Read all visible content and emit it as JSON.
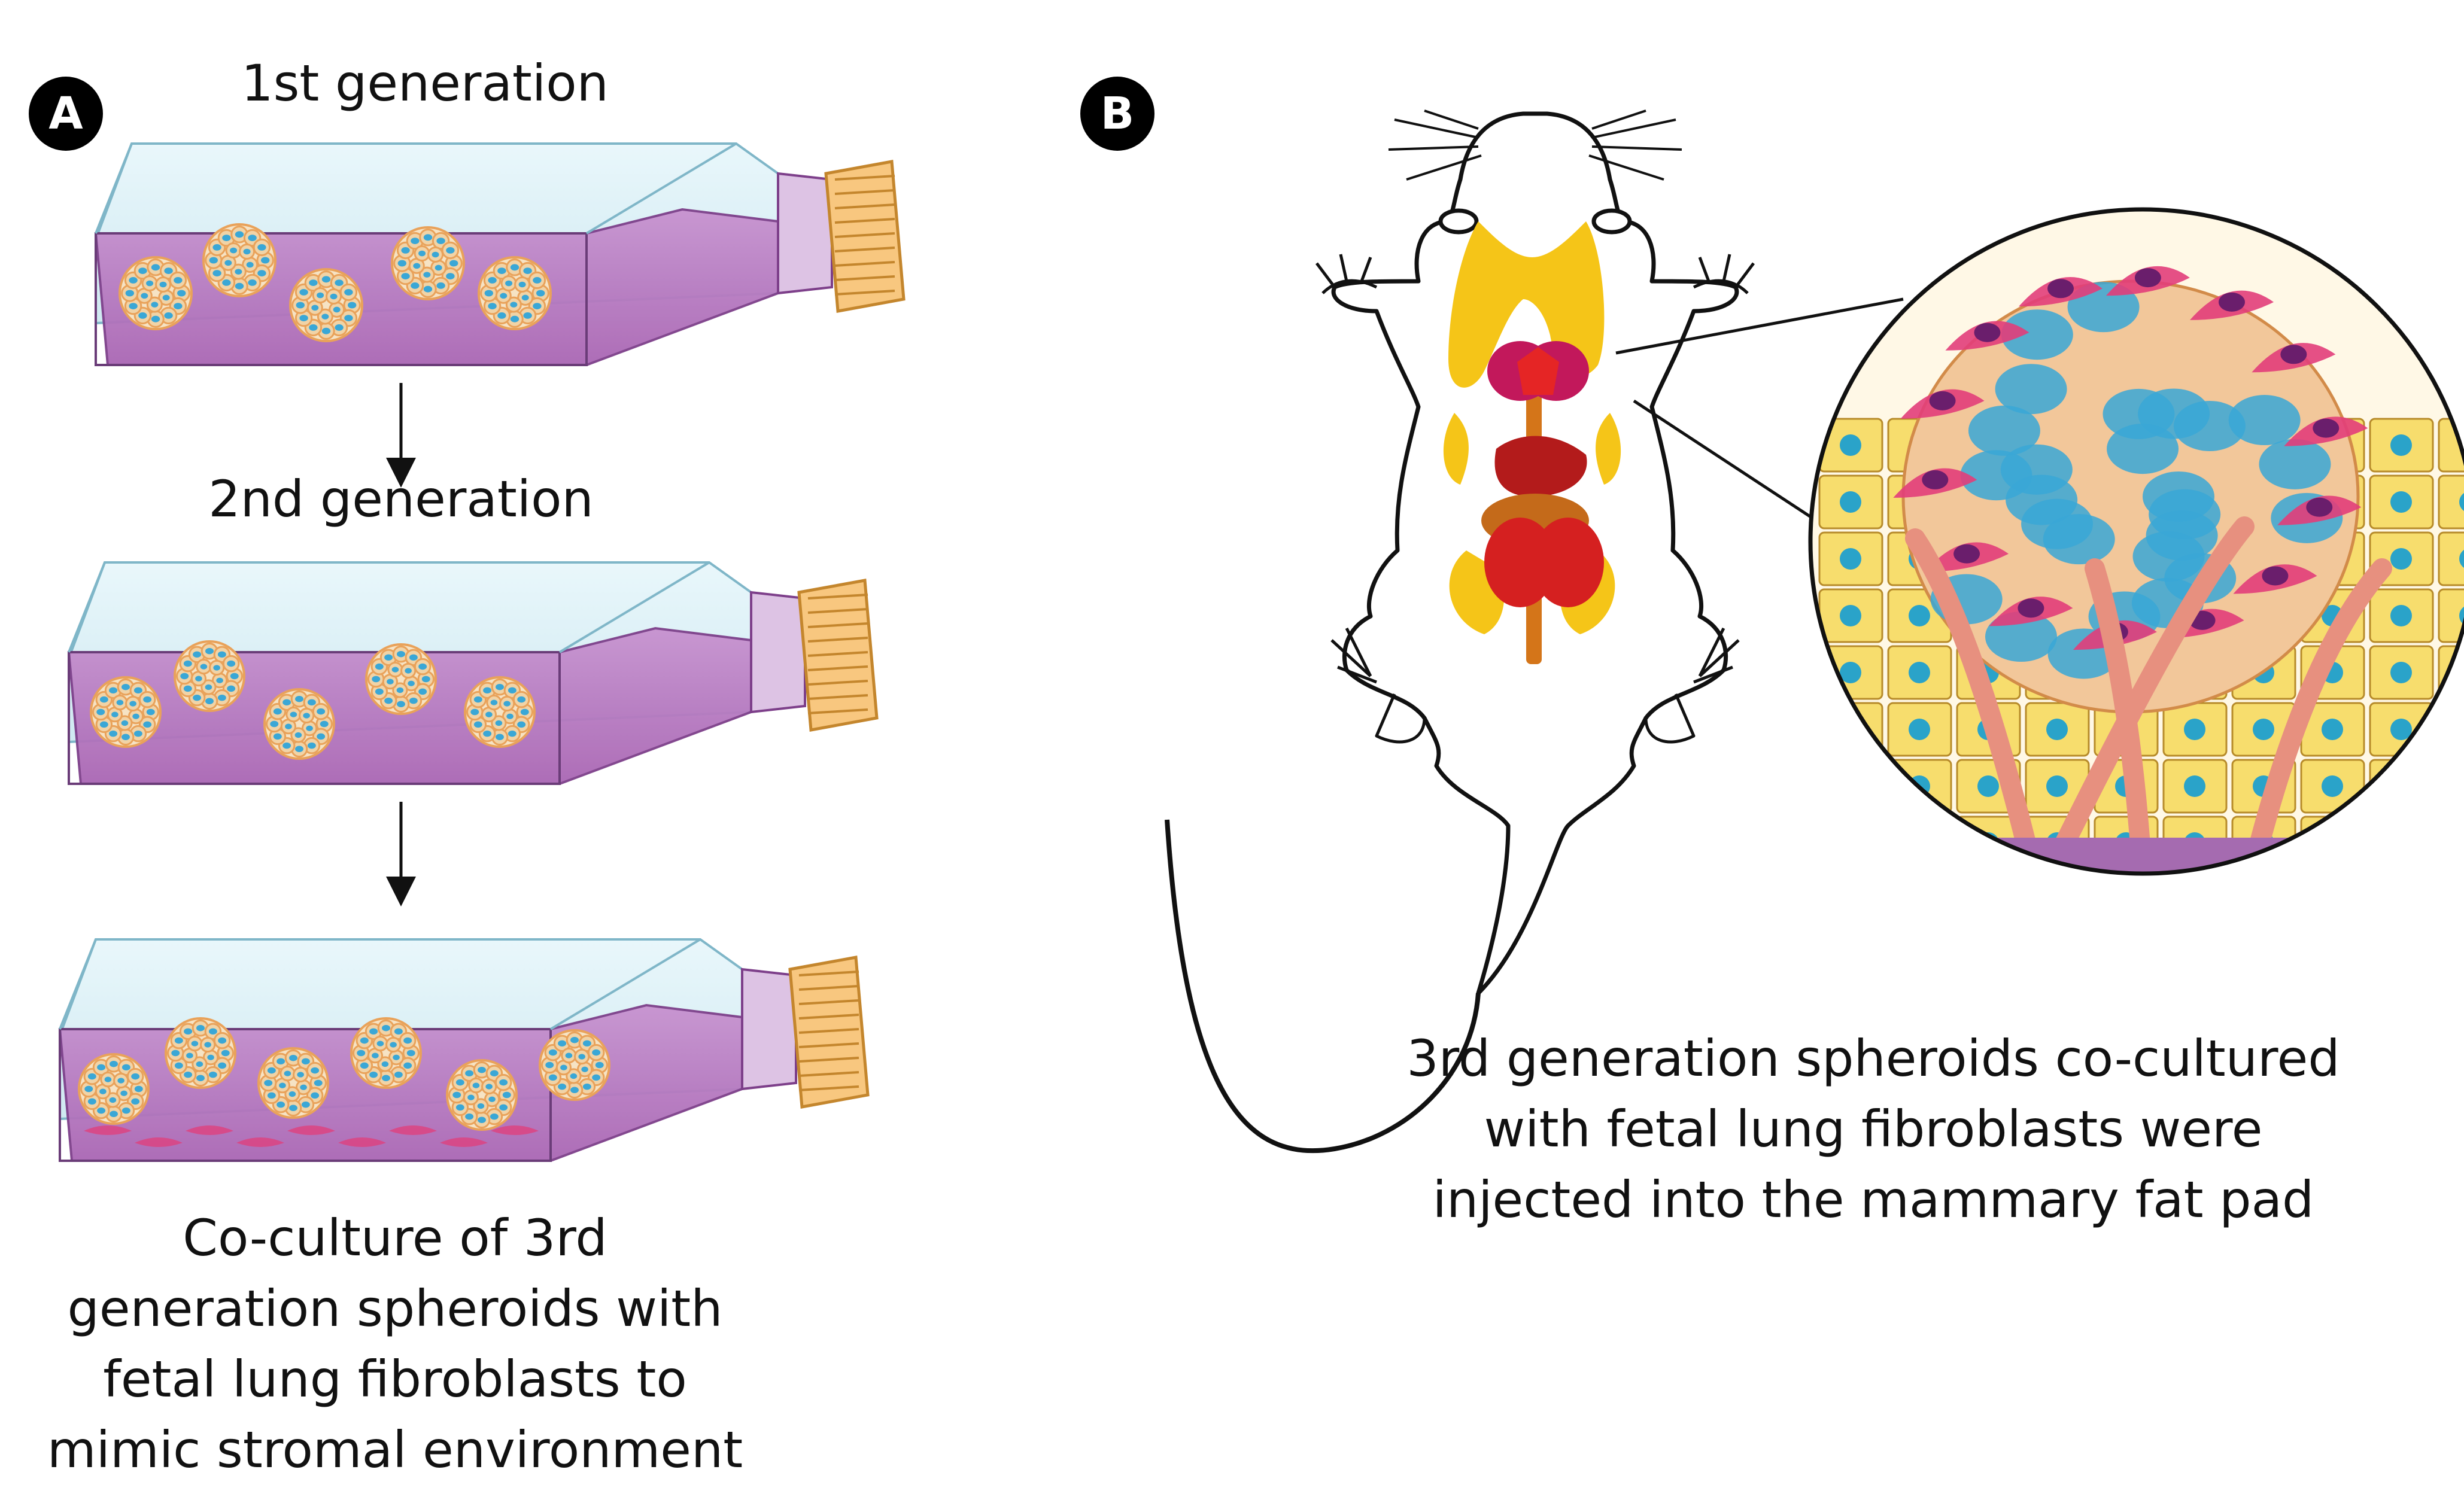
{
  "panel_a": {
    "badge": "A",
    "gen1_label": "1st generation",
    "gen2_label": "2nd generation",
    "caption_lines": [
      "Co-culture of 3rd",
      "generation spheroids with",
      "fetal lung fibroblasts to",
      "mimic stromal environment"
    ]
  },
  "panel_b": {
    "badge": "B",
    "caption_lines": [
      "3rd generation spheroids co-cultured",
      "with fetal lung fibroblasts were",
      "injected into the mammary fat pad"
    ]
  },
  "colors": {
    "medium": "#b982c2",
    "medium_dark": "#9b5aa8",
    "flask_glass": "#d9f0f6",
    "cap": "#f8c77f",
    "spheroid_nucleus": "#3aa7d6",
    "spheroid_shell": "#e9a25a",
    "fat_pad": "#f5c518",
    "fibroblast": "#e23d7a",
    "adipocyte": "#f7dd6d",
    "vessel": "#e7907f"
  }
}
